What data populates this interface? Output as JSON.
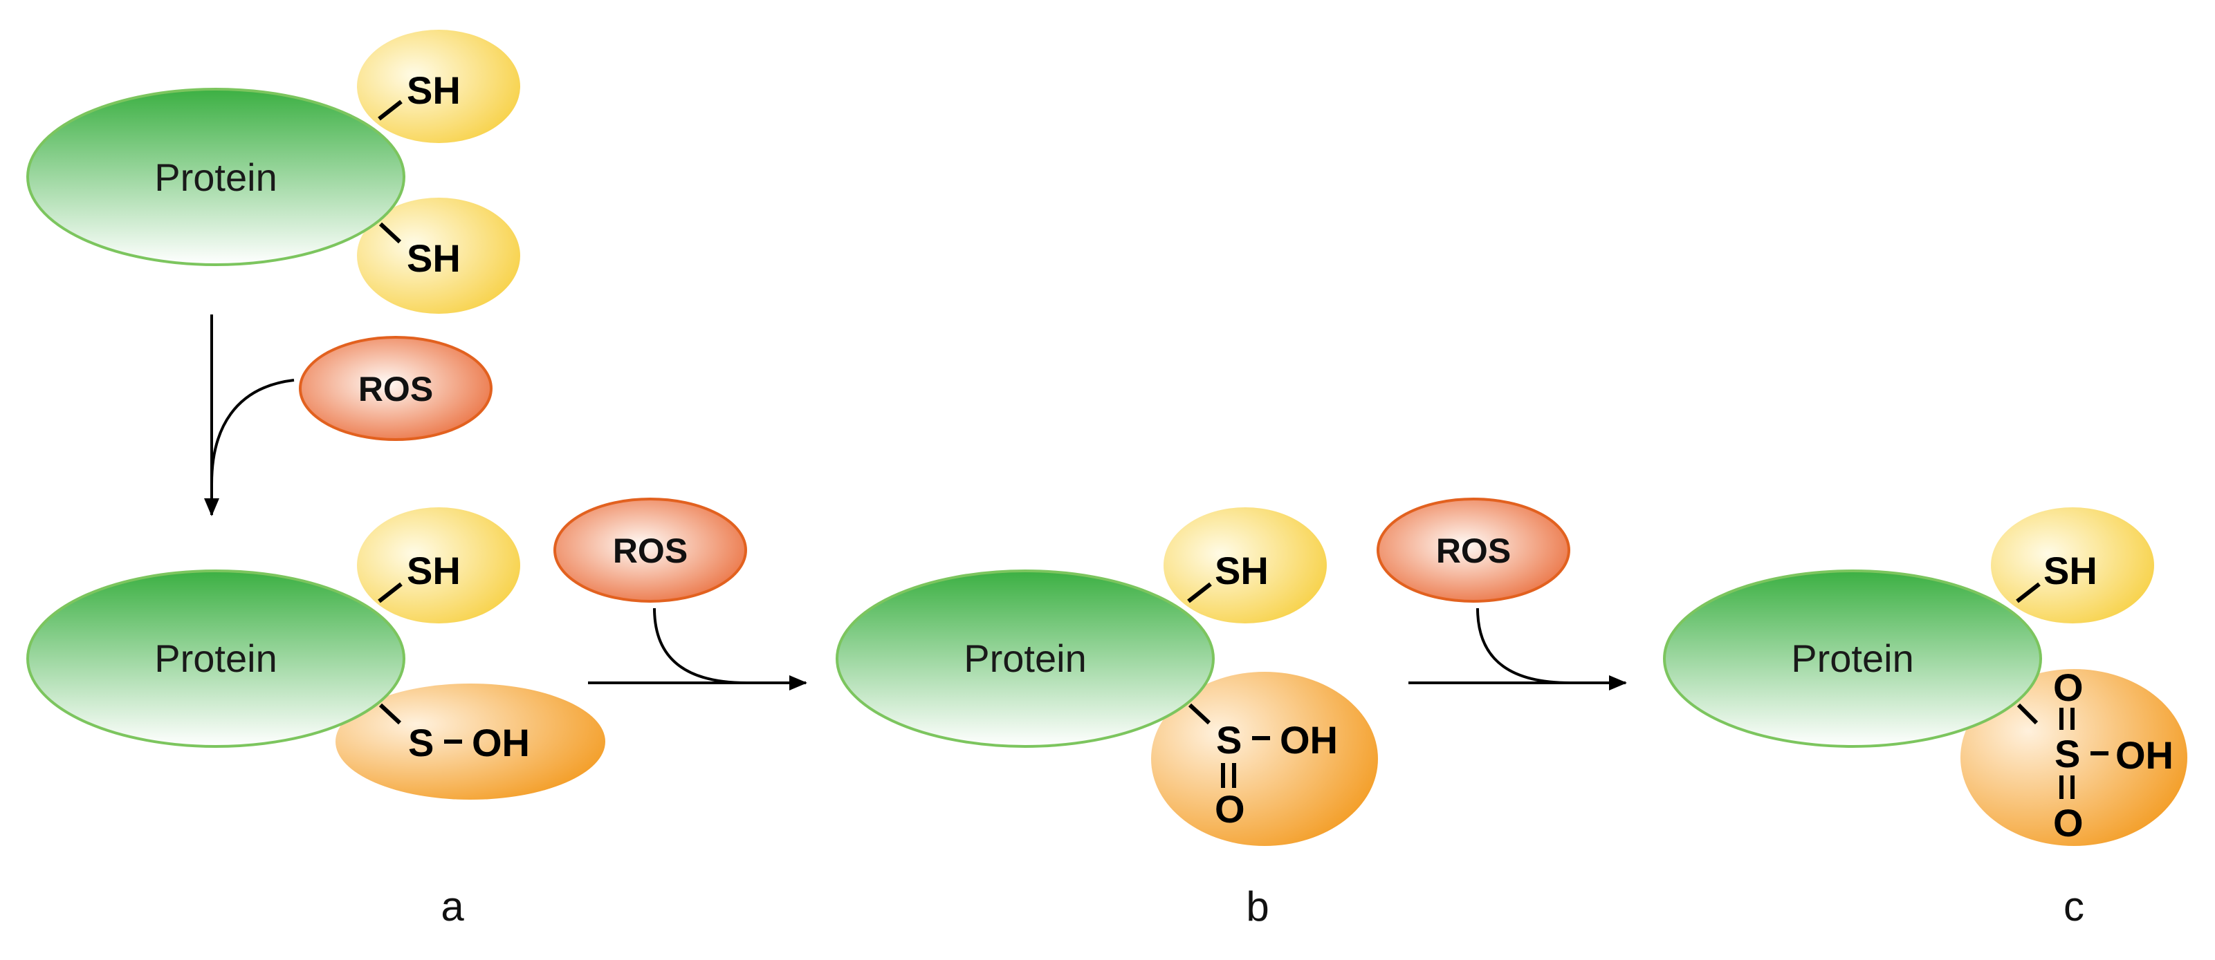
{
  "colors": {
    "protein_fill_top": "#3cb043",
    "protein_fill_bottom": "#ffffff",
    "protein_stroke": "#7cc55e",
    "sh_fill": "#f7cf3f",
    "oxidized_fill": "#f39a1f",
    "ros_fill": "#e8602a",
    "ros_stroke": "#e2611f"
  },
  "protein_label": "Protein",
  "ros_label": "ROS",
  "groups": {
    "thiol": "SH",
    "sulfur": "S",
    "hydroxyl": "OH",
    "oxygen": "O"
  },
  "panels": {
    "a": "a",
    "b": "b",
    "c": "c"
  }
}
